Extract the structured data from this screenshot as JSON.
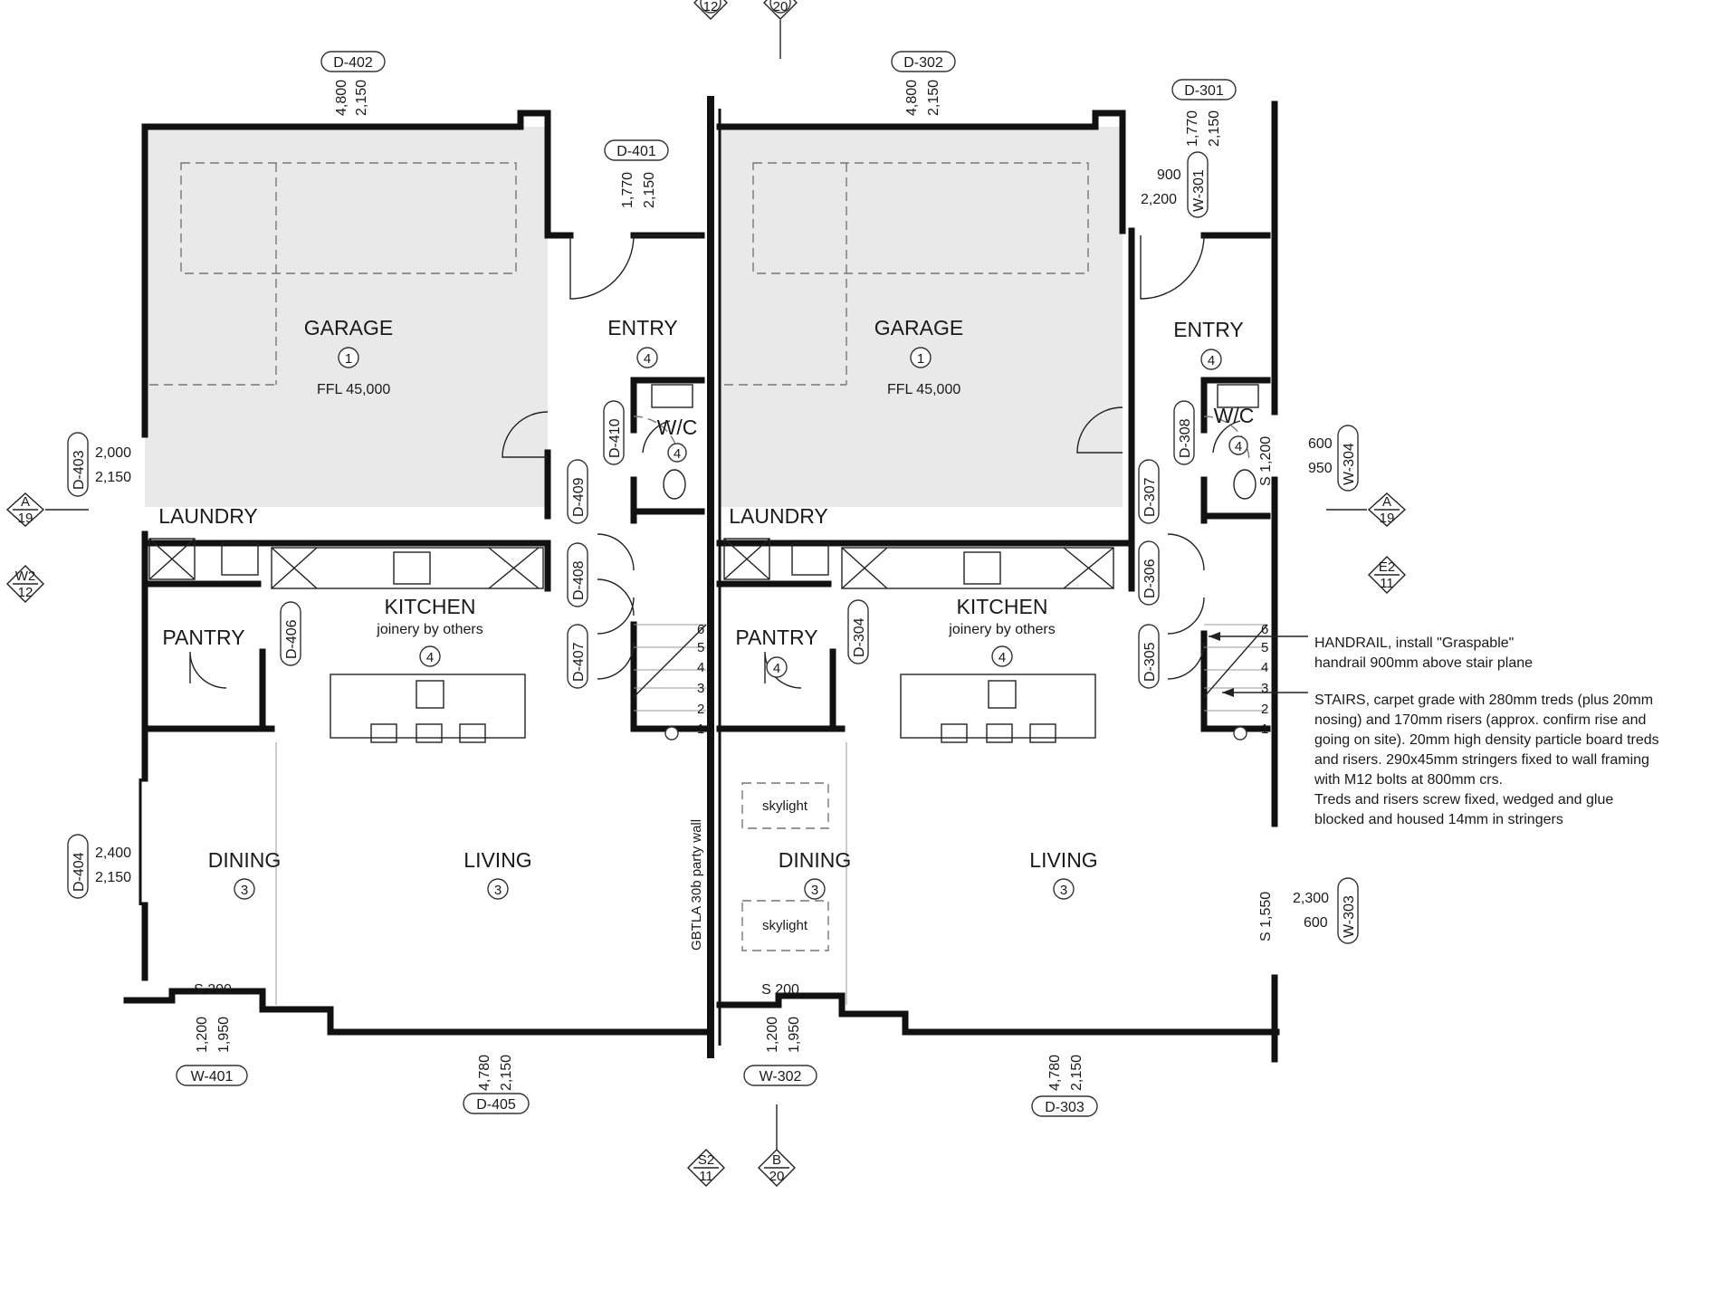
{
  "units": [
    {
      "id": "left",
      "rooms": {
        "garage": {
          "label": "GARAGE",
          "num": "1",
          "ffl": "FFL 45,000"
        },
        "entry": {
          "label": "ENTRY",
          "num": "4"
        },
        "wc": {
          "label": "W/C",
          "num": "4"
        },
        "laundry": {
          "label": "LAUNDRY"
        },
        "kitchen": {
          "label": "KITCHEN",
          "sub": "joinery by others",
          "num": "4"
        },
        "pantry": {
          "label": "PANTRY"
        },
        "dining": {
          "label": "DINING",
          "num": "3"
        },
        "living": {
          "label": "LIVING",
          "num": "3"
        }
      },
      "tags": {
        "garage_door": {
          "id": "D-402",
          "w": "4,800",
          "h": "2,150"
        },
        "entry_door": {
          "id": "D-401",
          "w": "1,770",
          "h": "2,150"
        },
        "laundry_door": {
          "id": "D-403",
          "w": "2,000",
          "h": "2,150"
        },
        "dining_door": {
          "id": "D-404",
          "w": "2,400",
          "h": "2,150"
        },
        "living_door": {
          "id": "D-405",
          "w": "4,780",
          "h": "2,150"
        },
        "window": {
          "id": "W-401",
          "w": "1,200",
          "h": "1,950"
        },
        "d406": "D-406",
        "d407": "D-407",
        "d408": "D-408",
        "d409": "D-409",
        "d410": "D-410"
      },
      "s200": "S 200"
    },
    {
      "id": "right",
      "rooms": {
        "garage": {
          "label": "GARAGE",
          "num": "1",
          "ffl": "FFL 45,000"
        },
        "entry": {
          "label": "ENTRY",
          "num": "4"
        },
        "wc": {
          "label": "W/C",
          "num": "4"
        },
        "laundry": {
          "label": "LAUNDRY"
        },
        "kitchen": {
          "label": "KITCHEN",
          "sub": "joinery by others",
          "num": "4"
        },
        "pantry": {
          "label": "PANTRY",
          "num": "4"
        },
        "dining": {
          "label": "DINING",
          "num": "3"
        },
        "living": {
          "label": "LIVING",
          "num": "3"
        }
      },
      "tags": {
        "garage_door": {
          "id": "D-302",
          "w": "4,800",
          "h": "2,150"
        },
        "entry_door": {
          "id": "D-301",
          "w": "1,770",
          "h": "2,150"
        },
        "entry_window": {
          "id": "W-301",
          "w": "900",
          "h": "2,200"
        },
        "wc_window": {
          "id": "W-304",
          "w": "600",
          "h": "950"
        },
        "living_window": {
          "id": "W-303",
          "w": "2,300",
          "h": "600"
        },
        "living_door": {
          "id": "D-303",
          "w": "4,780",
          "h": "2,150"
        },
        "window": {
          "id": "W-302",
          "w": "1,200",
          "h": "1,950"
        },
        "d304": "D-304",
        "d305": "D-305",
        "d306": "D-306",
        "d307": "D-307",
        "d308": "D-308"
      },
      "s200": "S 200",
      "s1200": "S 1,200",
      "s1550": "S 1,550",
      "skylight": "skylight"
    }
  ],
  "party_wall": "GBTLA 30b party wall",
  "stair_numbers": [
    "1",
    "2",
    "3",
    "4",
    "5",
    "6"
  ],
  "section_markers": [
    {
      "top": "A",
      "bottom": "19"
    },
    {
      "top": "W2",
      "bottom": "12"
    },
    {
      "top": "A",
      "bottom": "19"
    },
    {
      "top": "E2",
      "bottom": "11"
    },
    {
      "top": "S2",
      "bottom": "11"
    },
    {
      "top": "B",
      "bottom": "20"
    },
    {
      "top": "",
      "bottom": "12"
    },
    {
      "top": "",
      "bottom": "20"
    }
  ],
  "notes": {
    "handrail": [
      "HANDRAIL, install \"Graspable\"",
      "handrail 900mm above stair plane"
    ],
    "stairs": [
      "STAIRS, carpet grade with 280mm treds (plus 20mm",
      "nosing) and 170mm risers (approx. confirm rise and",
      "going on site). 20mm high density particle board treds",
      "and risers. 290x45mm stringers fixed to wall framing",
      "with M12 bolts at 800mm crs.",
      "Treds and risers screw fixed, wedged and glue",
      "blocked and housed 14mm in stringers"
    ]
  }
}
